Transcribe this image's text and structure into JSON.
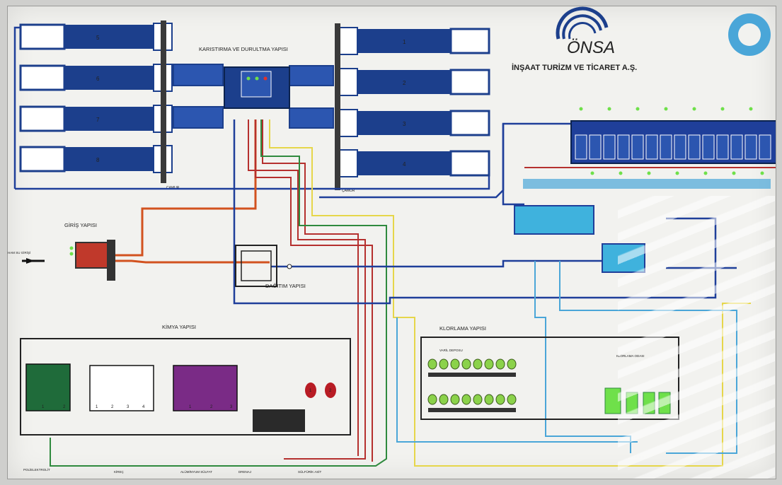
{
  "company": {
    "logo_text": "ÖNSA",
    "subtitle": "İNŞAAT TURİZM VE TİCARET A.Ş."
  },
  "sections": {
    "mixing": "KARISTIRMA VE DURULTMA YAPISI",
    "inlet": "GİRİŞ YAPISI",
    "distribution": "DAĞITIM YAPISI",
    "chemical": "KİMYA YAPISI",
    "chlorination": "KLORLAMA YAPISI"
  },
  "basins_left": [
    "5",
    "6",
    "7",
    "8"
  ],
  "basins_right": [
    "1",
    "2",
    "3",
    "4"
  ],
  "sludge_labels": {
    "left": "ÇAMUR",
    "right": "ÇAMUR"
  },
  "inlet_label": "HAM SU GİRİŞİ",
  "tank_numbers": {
    "green": [
      "1",
      "2"
    ],
    "white": [
      "1",
      "2",
      "3",
      "4"
    ],
    "purple": [
      "1",
      "2",
      "3"
    ],
    "pumps": [
      "1",
      "2"
    ]
  },
  "chemical_bottom_labels": [
    "POLİELEKTROLİT",
    "KİREÇ",
    "ALÜMİNYUM SÜLFAT",
    "DRENAJ",
    "SÜLFÜRİK ASİT"
  ],
  "chlorine_labels": {
    "drums": "VARİL DEPOSU",
    "dosing": "KLORLAMA ODASI"
  },
  "colors": {
    "blue_line": "#1f3f9a",
    "orange_line": "#d2521f",
    "red_line": "#b5302e",
    "yellow_line": "#e6d64a",
    "green_line": "#2f8a3e",
    "light_blue": "#4aa6d8",
    "basin_blue": "#1c3f8c",
    "green_tank": "#1f6b3a",
    "purple_tank": "#7a2b86",
    "pump_red": "#b81c24",
    "cyan_tank": "#3fb2dd",
    "panel_bg": "#f2f2ef",
    "led_green": "#6fe04a",
    "led_red": "#e4322a"
  }
}
